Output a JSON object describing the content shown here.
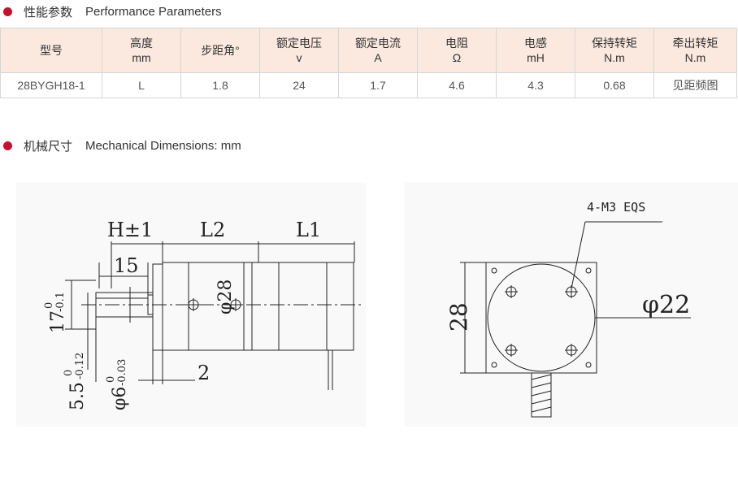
{
  "performance": {
    "title_cn": "性能参数",
    "title_en": "Performance Parameters",
    "headers": [
      {
        "line1": "型号",
        "line2": ""
      },
      {
        "line1": "高度",
        "line2": "mm"
      },
      {
        "line1": "步距角°",
        "line2": ""
      },
      {
        "line1": "额定电压",
        "line2": "v"
      },
      {
        "line1": "额定电流",
        "line2": "A"
      },
      {
        "line1": "电阻",
        "line2": "Ω"
      },
      {
        "line1": "电感",
        "line2": "mH"
      },
      {
        "line1": "保持转矩",
        "line2": "N.m"
      },
      {
        "line1": "牵出转矩",
        "line2": "N.m"
      }
    ],
    "row": [
      "28BYGH18-1",
      "L",
      "1.8",
      "24",
      "1.7",
      "4.6",
      "4.3",
      "0.68",
      "见距频图"
    ]
  },
  "mechanical": {
    "title_cn": "机械尺寸",
    "title_en": "Mechanical Dimensions: mm"
  },
  "side_view": {
    "h_tol": "H±1",
    "l2": "L2",
    "l1": "L1",
    "shaft_len": "15",
    "dia28": "φ28",
    "flat_dim": "2",
    "dia17": "17",
    "dia17_tol": "-0.1",
    "dia17_zero": "0",
    "flat55": "5.5",
    "flat55_tol": "-0.12",
    "flat55_zero": "0",
    "shaft6": "φ6",
    "shaft6_tol": "-0.03",
    "shaft6_zero": "0"
  },
  "front_view": {
    "screws": "4-M3 EQS",
    "dia22": "φ22",
    "size28": "28"
  },
  "colors": {
    "accent": "#c8102e",
    "header_bg": "#fbe9df",
    "border": "#d6d6d6"
  }
}
